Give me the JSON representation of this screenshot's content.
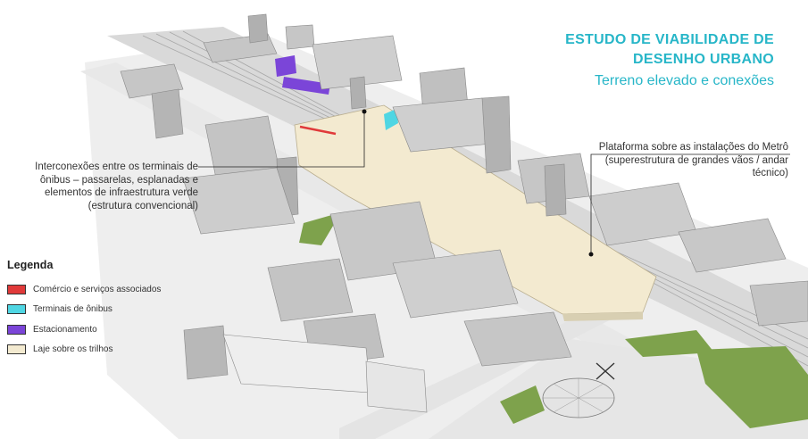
{
  "title": {
    "line1": "ESTUDO DE VIABILIDADE DE",
    "line2": "DESENHO URBANO",
    "subtitle": "Terreno elevado e conexões"
  },
  "annotation_left": "Interconexões entre os terminais de ônibus – passarelas, esplanadas e elementos de infraestrutura verde (estrutura convencional)",
  "annotation_right": "Plataforma sobre as instalações do Metrô (superestrutura de grandes vãos / andar técnico)",
  "legend": {
    "title": "Legenda",
    "items": [
      {
        "label": "Comércio e serviços associados",
        "color": "#e03a3a"
      },
      {
        "label": "Terminais de ônibus",
        "color": "#4fd6e3"
      },
      {
        "label": "Estacionamento",
        "color": "#7b45d8"
      },
      {
        "label": "Laje sobre os trilhos",
        "color": "#f3ead0"
      }
    ]
  },
  "colors": {
    "building": "#c6c6c6",
    "building_dark": "#9c9c9c",
    "building_light": "#e2e2e2",
    "ground": "#f2f2f2",
    "road": "#dcdcdc",
    "green": "#7ea24c",
    "slab": "#f3ead0",
    "parking": "#7b45d8",
    "bus": "#4fd6e3",
    "commerce": "#e03a3a",
    "title": "#27b6c8"
  }
}
